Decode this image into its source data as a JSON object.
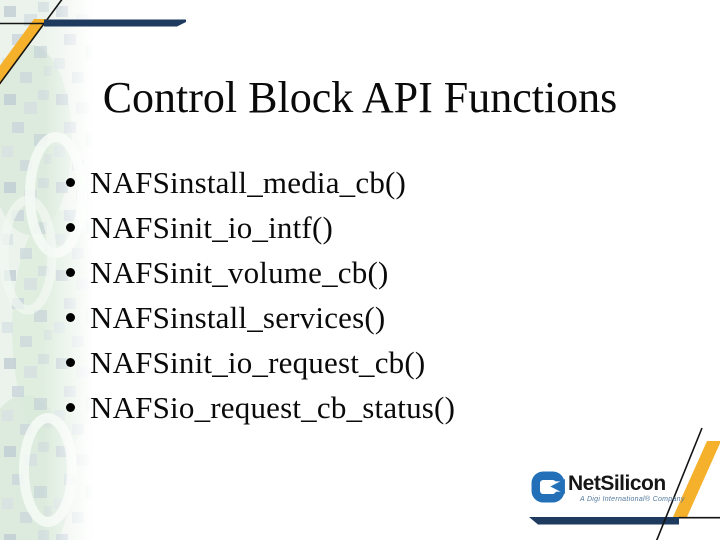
{
  "slide": {
    "title": "Control Block API Functions",
    "bullets": [
      "NAFSinstall_media_cb()",
      "NAFSinit_io_intf()",
      "NAFSinit_volume_cb()",
      "NAFSinstall_services()",
      "NAFSinit_io_request_cb()",
      "NAFSio_request_cb_status()"
    ]
  },
  "logo": {
    "name": "NetSilicon",
    "tagline": "A Digi International® Company"
  },
  "icons": {
    "bullet": "black-dot",
    "logo_mark": "netsilicon-c-arrow-emblem"
  },
  "colors": {
    "navy": "#1E3A5F",
    "yellow": "#F5B12B",
    "logo_blue": "#2470B8",
    "tagline": "#52799C",
    "ink": "#0A0A0A"
  }
}
